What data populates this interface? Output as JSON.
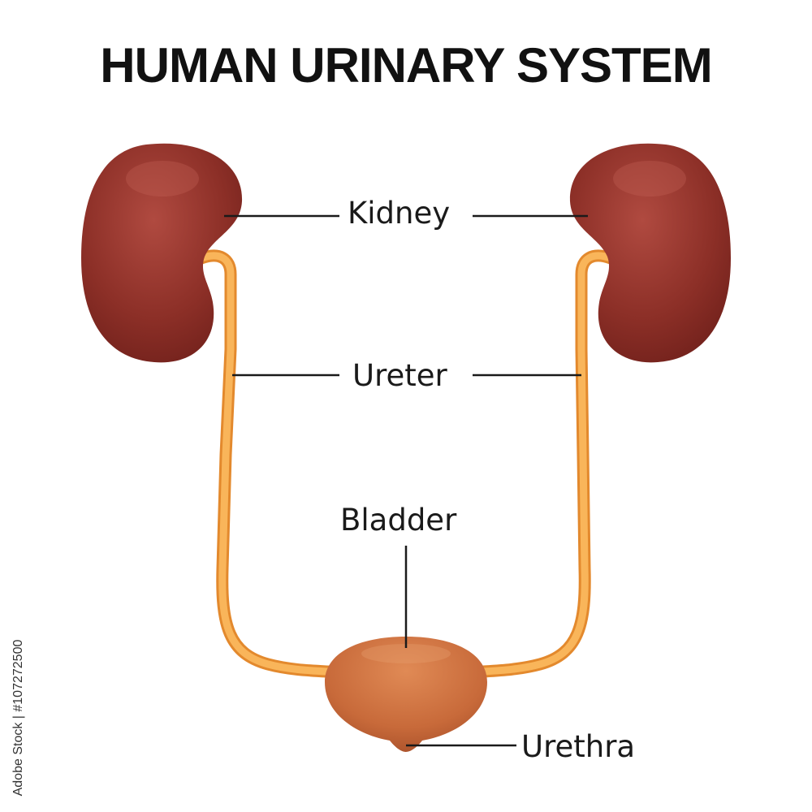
{
  "title": "HUMAN URINARY SYSTEM",
  "labels": {
    "kidney": "Kidney",
    "ureter": "Ureter",
    "bladder": "Bladder",
    "urethra": "Urethra"
  },
  "stock_id": "Adobe Stock | #107272500",
  "colors": {
    "kidney": "#8c2f27",
    "ureter": "#f5a94a",
    "bladder": "#c86a3a",
    "leader_line": "#1a1a1a",
    "title": "#111111"
  }
}
